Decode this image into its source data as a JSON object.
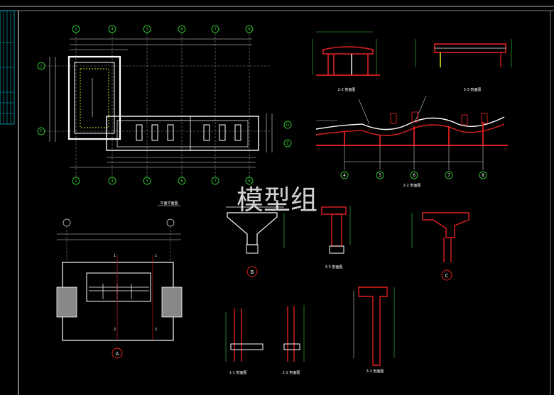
{
  "watermark": "模型组",
  "colors": {
    "background": "#000000",
    "frame": "#ffffff",
    "axis_circle": "#2fbf2f",
    "section_red": "#e02020",
    "dimension_green": "#3cc83c",
    "wall_white": "#ffffff",
    "title_bar": "#00c8c8",
    "callout_ring": "#e02020"
  },
  "plan": {
    "axis_labels_top": [
      "2",
      "4",
      "5",
      "6",
      "7",
      "8"
    ],
    "axis_labels_bottom": [
      "2",
      "4",
      "5",
      "6",
      "7",
      "8"
    ],
    "axis_labels_left": [
      "J",
      "F"
    ],
    "axis_labels_right": [
      "G",
      "E"
    ],
    "caption": "平面平面图"
  },
  "sections": {
    "top_left_caption": "2-2 剖面图",
    "top_right_caption": "3-3 剖面图",
    "long_section_caption": "2-2 剖面图",
    "long_section_axes": [
      "4",
      "5",
      "6",
      "7",
      "8"
    ],
    "mid_right_1": "3-3 剖面图",
    "bottom_1": "1-1 剖面图",
    "bottom_2": "2-2 剖面图",
    "bottom_3": "3-3 剖面图"
  },
  "callouts": {
    "a": "A",
    "b": "B",
    "c": "C"
  },
  "elevation": {
    "marks_left": [
      "1",
      "2"
    ],
    "marks_right": [
      "1",
      "2"
    ]
  }
}
